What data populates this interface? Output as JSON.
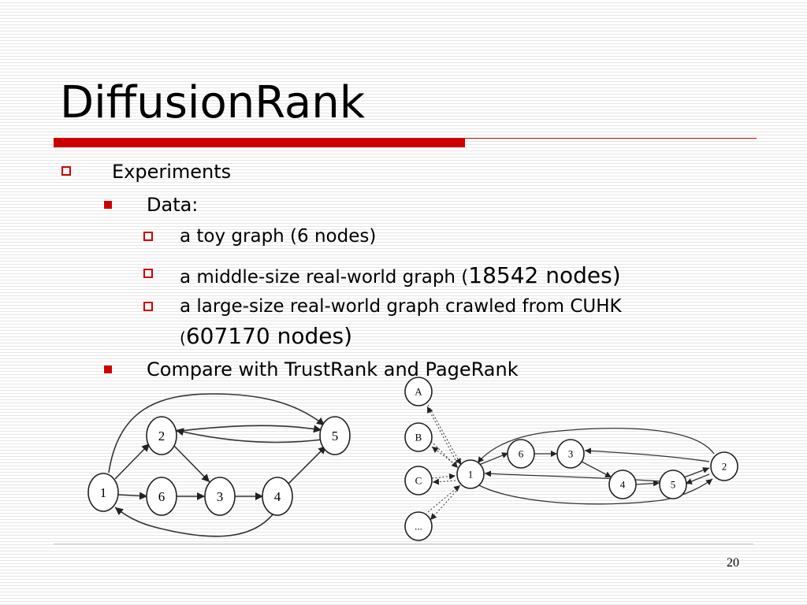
{
  "slide": {
    "title": "DiffusionRank",
    "bullets": {
      "experiments": "Experiments",
      "data": "Data:",
      "toy": "a toy graph (6 nodes)",
      "middle_prefix": "a middle-size real-world graph (",
      "middle_count": "18542 nodes)",
      "large_line1": "a large-size real-world graph crawled from CUHK",
      "large_paren": "(",
      "large_count": "607170 nodes)",
      "compare": "Compare with TrustRank and PageRank"
    },
    "page_number": "20"
  },
  "graph_left": {
    "nodes": [
      "1",
      "2",
      "3",
      "4",
      "5",
      "6"
    ],
    "edges": [
      [
        "1",
        "2"
      ],
      [
        "1",
        "6"
      ],
      [
        "1",
        "5"
      ],
      [
        "2",
        "5"
      ],
      [
        "5",
        "2"
      ],
      [
        "2",
        "3"
      ],
      [
        "6",
        "3"
      ],
      [
        "3",
        "4"
      ],
      [
        "4",
        "5"
      ],
      [
        "4",
        "1"
      ]
    ]
  },
  "graph_right": {
    "nodes": [
      "A",
      "B",
      "C",
      "...",
      "1",
      "2",
      "3",
      "4",
      "5",
      "6"
    ],
    "edges": [
      [
        "A",
        "1"
      ],
      [
        "1",
        "A"
      ],
      [
        "B",
        "1"
      ],
      [
        "1",
        "B"
      ],
      [
        "C",
        "1"
      ],
      [
        "1",
        "C"
      ],
      [
        "...",
        "1"
      ],
      [
        "1",
        "..."
      ],
      [
        "1",
        "6"
      ],
      [
        "6",
        "3"
      ],
      [
        "3",
        "4"
      ],
      [
        "4",
        "5"
      ],
      [
        "5",
        "2"
      ],
      [
        "2",
        "5"
      ],
      [
        "2",
        "3"
      ],
      [
        "2",
        "1"
      ],
      [
        "5",
        "1"
      ],
      [
        "1",
        "2"
      ]
    ]
  },
  "colors": {
    "accent": "#cc0000"
  }
}
